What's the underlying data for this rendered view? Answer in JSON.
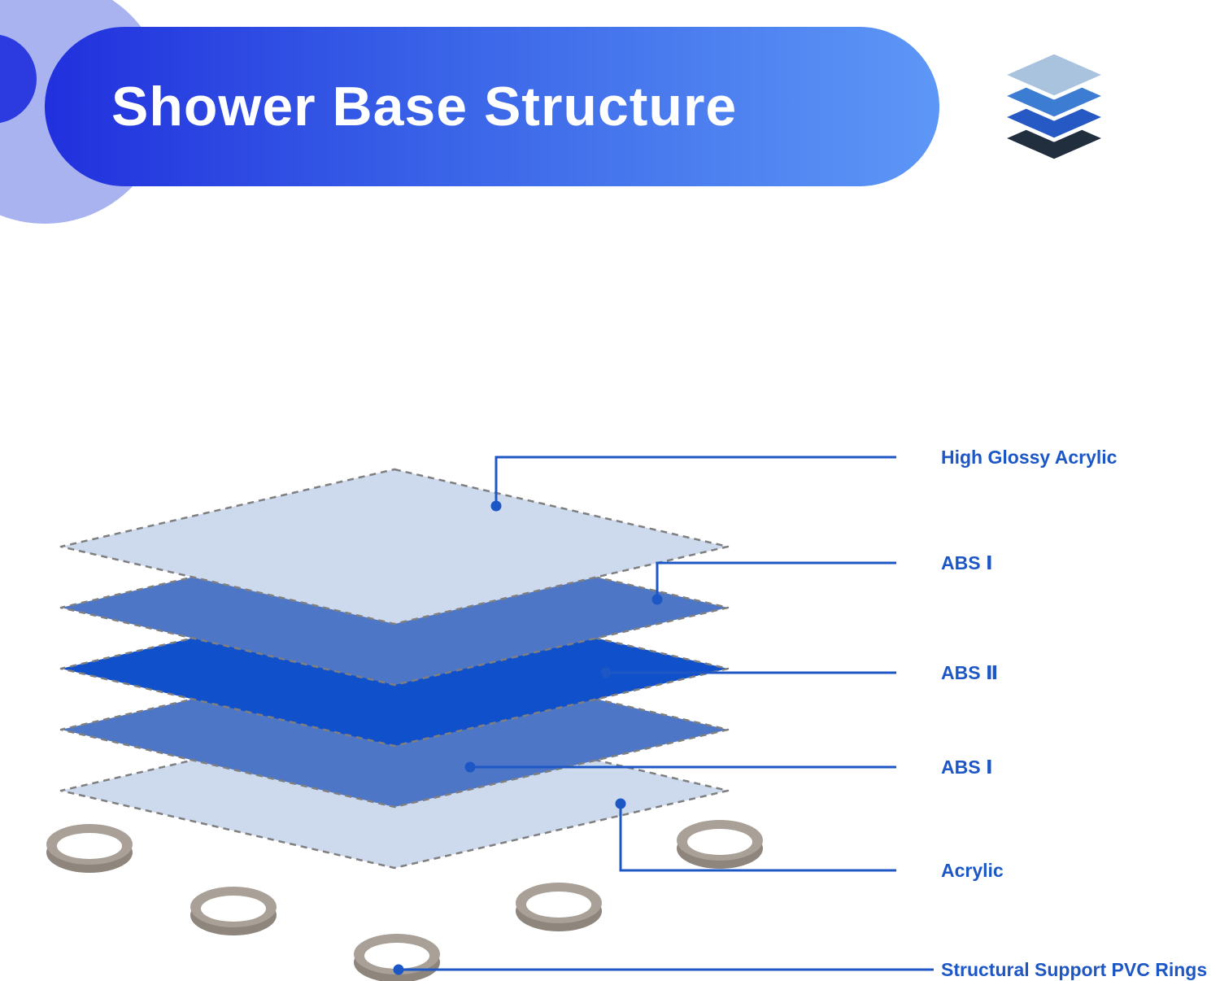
{
  "header": {
    "title": "Shower Base Structure"
  },
  "icons": {
    "header_icon": "layers-stack-icon"
  },
  "labels": {
    "layer1": "High Glossy Acrylic",
    "layer2": "ABS Ⅰ",
    "layer3": "ABS Ⅱ",
    "layer4": "ABS Ⅰ",
    "layer5": "Acrylic",
    "rings": "Structural Support PVC Rings"
  },
  "diagram": {
    "type": "exploded-layer-stack",
    "layer_order_top_to_bottom": [
      "High Glossy Acrylic",
      "ABS Ⅰ",
      "ABS Ⅱ",
      "ABS Ⅰ",
      "Acrylic",
      "Structural Support PVC Rings"
    ]
  },
  "colors": {
    "banner_gradient_start": "#2130dd",
    "banner_gradient_end": "#5d97f6",
    "circle_light": "#a8b3f0",
    "circle_dark": "#2b3be0",
    "title_text": "#ffffff",
    "label_text": "#1d57c5",
    "leader_line": "#1d57c5",
    "layer_light": "#cdd9ed",
    "layer_medium": "#4d76c6",
    "layer_dark": "#1150cb",
    "layer_edge_dash": "#7f7f7f",
    "ring_top": "#a9a098",
    "ring_shadow": "#8e857d",
    "ring_hole": "#ffffff",
    "icon_top": "#a9c3de",
    "icon_second": "#3d7cd3",
    "icon_third": "#2759c5",
    "icon_bottom": "#212e3d"
  }
}
